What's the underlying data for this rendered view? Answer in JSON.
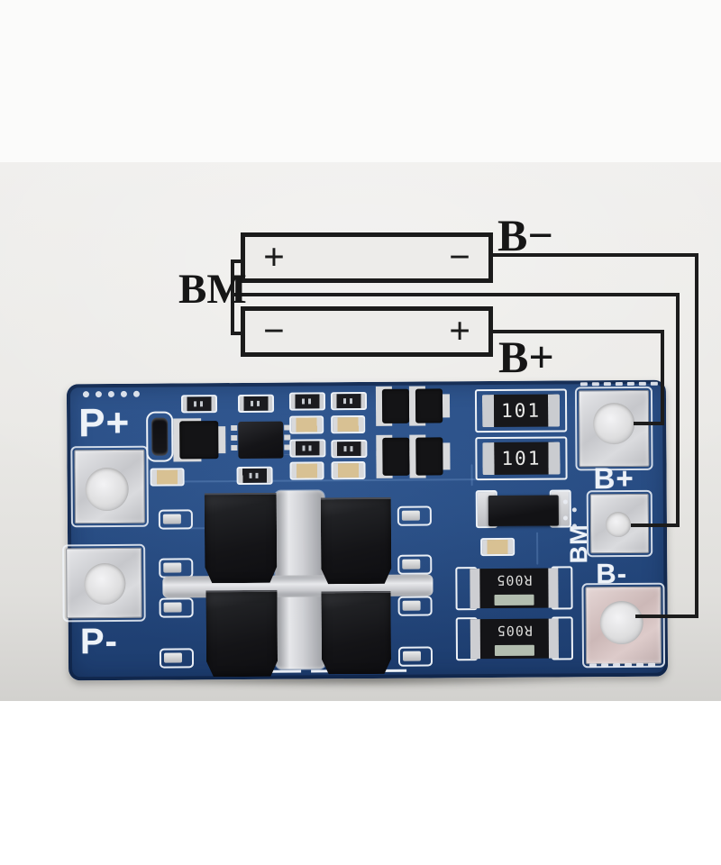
{
  "diagram": {
    "b_minus_label": "B−",
    "bm_label": "BM",
    "b_plus_label": "B+",
    "battery_top": {
      "left_terminal": "+",
      "right_terminal": "−"
    },
    "battery_bottom": {
      "left_terminal": "−",
      "right_terminal": "+"
    }
  },
  "board": {
    "p_plus_label": "P+",
    "p_minus_label": "P-",
    "b_plus_label": "B+",
    "bm_label": "BM",
    "b_minus_label": "B-",
    "r101_marking": "101",
    "r005_marking": "R005",
    "colors": {
      "pcb_blue": "#264a80",
      "silkscreen_white": "#edf2f8",
      "pad_silver": "#cdcfd2",
      "pad_pink": "#d8c2c0",
      "annotation_black": "#1b1b1b"
    }
  }
}
